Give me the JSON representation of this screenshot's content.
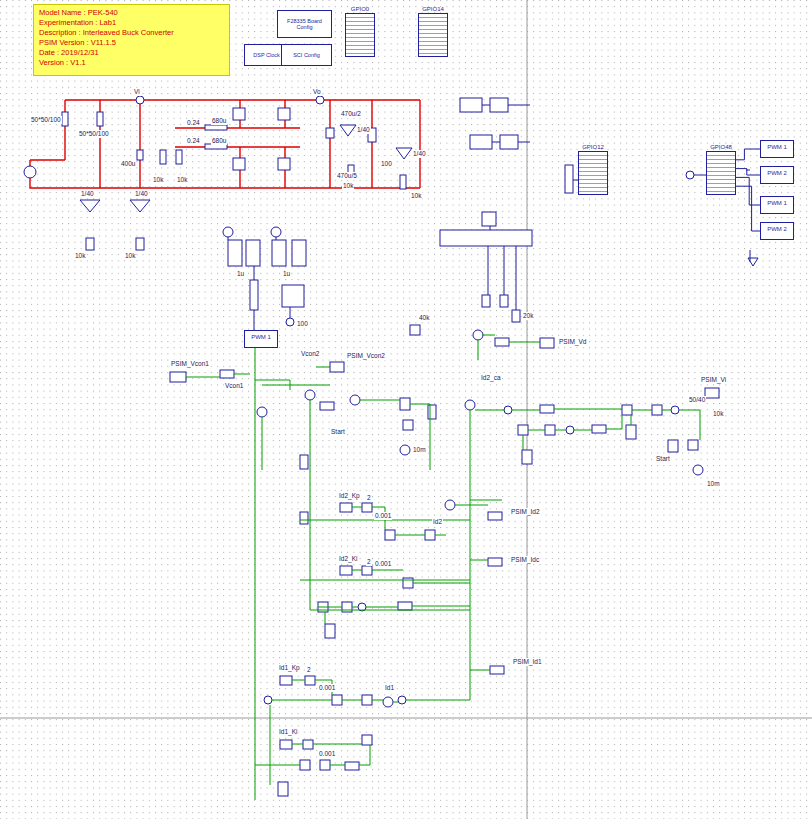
{
  "diagram": {
    "nodes": [
      {
        "text": [
          "Model Name : PEK-540",
          "Experimentation : Lab1",
          "Description : Interleaved Buck Converter",
          "PSIM Version : V11.1.5",
          "Date : 2019/12/31",
          "Version : V1.1"
        ]
      },
      {
        "text": [
          "F28335 Board Config"
        ]
      },
      {
        "text": [
          "DSP Clock"
        ]
      },
      {
        "text": [
          "SCI Config"
        ]
      },
      {
        "text": [
          "GPIO0"
        ]
      },
      {
        "text": [
          "GPIO14"
        ]
      },
      {
        "text": [
          "GPIO12"
        ]
      },
      {
        "text": [
          "GPIO48"
        ]
      },
      {
        "text": [
          "PWM 1"
        ]
      },
      {
        "text": [
          "PWM 2"
        ]
      },
      {
        "text": [
          "PWM 1"
        ]
      },
      {
        "text": [
          "PWM 2"
        ]
      },
      {
        "text": [
          "PWM 1"
        ]
      }
    ],
    "edges": [
      {
        "from": 7,
        "to": 8,
        "arrow": "none"
      },
      {
        "from": 7,
        "to": 9,
        "arrow": "none"
      },
      {
        "from": 7,
        "to": 10,
        "arrow": "none"
      },
      {
        "from": 7,
        "to": 11,
        "arrow": "none"
      }
    ],
    "labels": [
      "Vi",
      "Vo",
      "50*50/100",
      "50*50/100",
      "0.24",
      "0.24",
      "680u",
      "680u",
      "470u/2",
      "470u/5",
      "400u",
      "10k",
      "10k",
      "100",
      "1/40",
      "1/40",
      "1/40",
      "1/40",
      "10k",
      "10k",
      "10k",
      "10k",
      "1u",
      "1u",
      "100",
      "PSIM_Vcon1",
      "Vcon1",
      "Vcon2",
      "PSIM_Vcon2",
      "40k",
      "20k",
      "Id2_ca",
      "PSIM_Vd",
      "PSIM_Vi",
      "Start",
      "10m",
      "Start",
      "50/40",
      "10k",
      "10m",
      "Id2_Kp",
      "2",
      "0.001",
      "Id2",
      "PSIM_Id2",
      "Id2_Ki",
      "2",
      "0.001",
      "PSIM_Idc",
      "Id1_Kp",
      "2",
      "0.001",
      "Id1",
      "PSIM_Id1",
      "Id1_Ki",
      "0.001"
    ]
  }
}
